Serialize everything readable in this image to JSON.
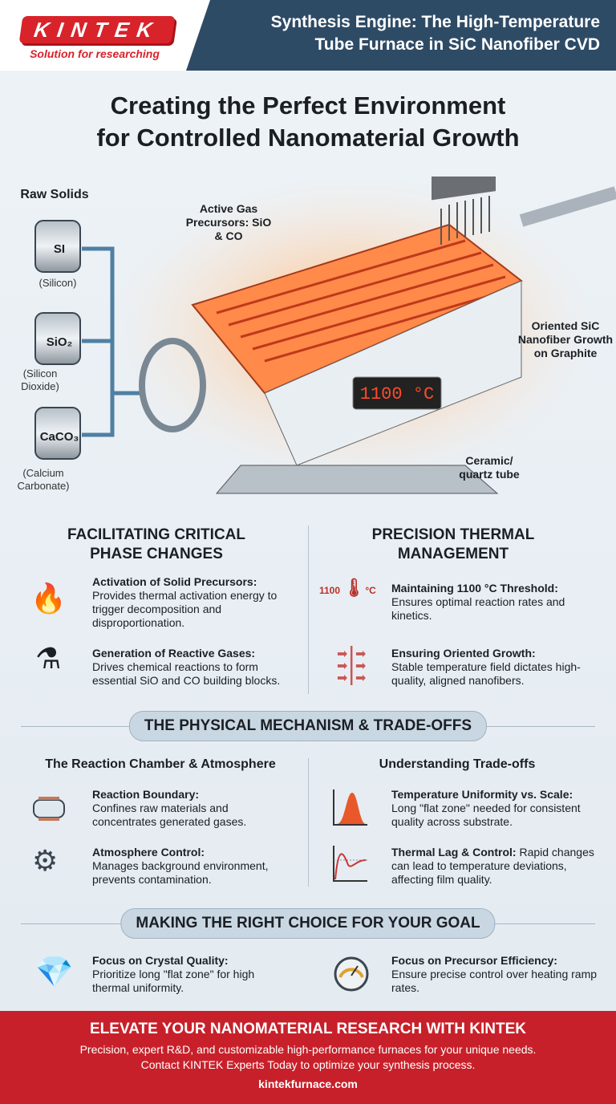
{
  "header": {
    "logo_text": "KINTEK",
    "slogan": "Solution for researching",
    "title_line1": "Synthesis Engine: The High-Temperature",
    "title_line2": "Tube Furnace in SiC Nanofiber CVD"
  },
  "title": {
    "line1": "Creating the Perfect Environment",
    "line2": "for Controlled Nanomaterial Growth"
  },
  "diagram": {
    "raw_solids": "Raw Solids",
    "containers": [
      {
        "formula": "SI",
        "name": "(Silicon)"
      },
      {
        "formula": "SiO₂",
        "name": "(Silicon Dioxide)"
      },
      {
        "formula": "CaCO₃",
        "name": "(Calcium Carbonate)"
      }
    ],
    "gas_label": "Active Gas Precursors: SiO & CO",
    "growth_label": "Oriented SiC Nanofiber Growth on Graphite",
    "display": "1100 °C",
    "tube_label": "Ceramic/ quartz tube"
  },
  "section1": {
    "left": {
      "heading": "FACILITATING CRITICAL PHASE CHANGES",
      "items": [
        {
          "icon": "flame-molecule-icon",
          "title": "Activation of Solid Precursors:",
          "text": "Provides thermal activation energy to trigger decomposition and disproportionation."
        },
        {
          "icon": "flask-icon",
          "title": "Generation of Reactive Gases:",
          "text": "Drives chemical reactions to form essential SiO and CO building blocks."
        }
      ]
    },
    "right": {
      "heading": "PRECISION THERMAL MANAGEMENT",
      "items": [
        {
          "icon": "thermometer-icon",
          "icon_label": "1100",
          "icon_unit": "°C",
          "title": "Maintaining 1100 °C Threshold:",
          "text": "Ensures optimal reaction rates and kinetics."
        },
        {
          "icon": "heat-flow-icon",
          "title": "Ensuring Oriented Growth:",
          "text": "Stable temperature field dictates high-quality, aligned nanofibers."
        }
      ]
    }
  },
  "section2": {
    "banner": "THE PHYSICAL MECHANISM & TRADE-OFFS",
    "left": {
      "heading": "The Reaction Chamber & Atmosphere",
      "items": [
        {
          "icon": "tube-icon",
          "title": "Reaction Boundary:",
          "text": "Confines raw materials and concentrates generated gases."
        },
        {
          "icon": "pump-icon",
          "title": "Atmosphere Control:",
          "text": "Manages background environment, prevents contamination."
        }
      ]
    },
    "right": {
      "heading": "Understanding Trade-offs",
      "items": [
        {
          "icon": "bell-curve-icon",
          "title": "Temperature Uniformity vs. Scale:",
          "text": "Long \"flat zone\" needed for consistent quality across substrate."
        },
        {
          "icon": "overshoot-graph-icon",
          "title": "Thermal Lag & Control:",
          "text": "Rapid changes can lead to temperature deviations, affecting film quality."
        }
      ]
    }
  },
  "section3": {
    "banner": "MAKING THE RIGHT CHOICE FOR YOUR GOAL",
    "items": [
      {
        "icon": "diamond-icon",
        "title": "Focus on Crystal Quality:",
        "text": "Prioritize long \"flat zone\" for high thermal uniformity."
      },
      {
        "icon": "gauge-icon",
        "title": "Focus on Precursor Efficiency:",
        "text": "Ensure precise control over heating ramp rates."
      }
    ]
  },
  "footer": {
    "heading": "ELEVATE YOUR NANOMATERIAL RESEARCH WITH KINTEK",
    "line1": "Precision, expert R&D, and customizable high-performance furnaces for your unique needs.",
    "line2": "Contact KINTEK Experts Today to optimize your synthesis process.",
    "url": "kintekfurnace.com"
  },
  "colors": {
    "brand_red": "#d8232a",
    "header_navy": "#2e4b66",
    "footer_red": "#c8202a"
  }
}
